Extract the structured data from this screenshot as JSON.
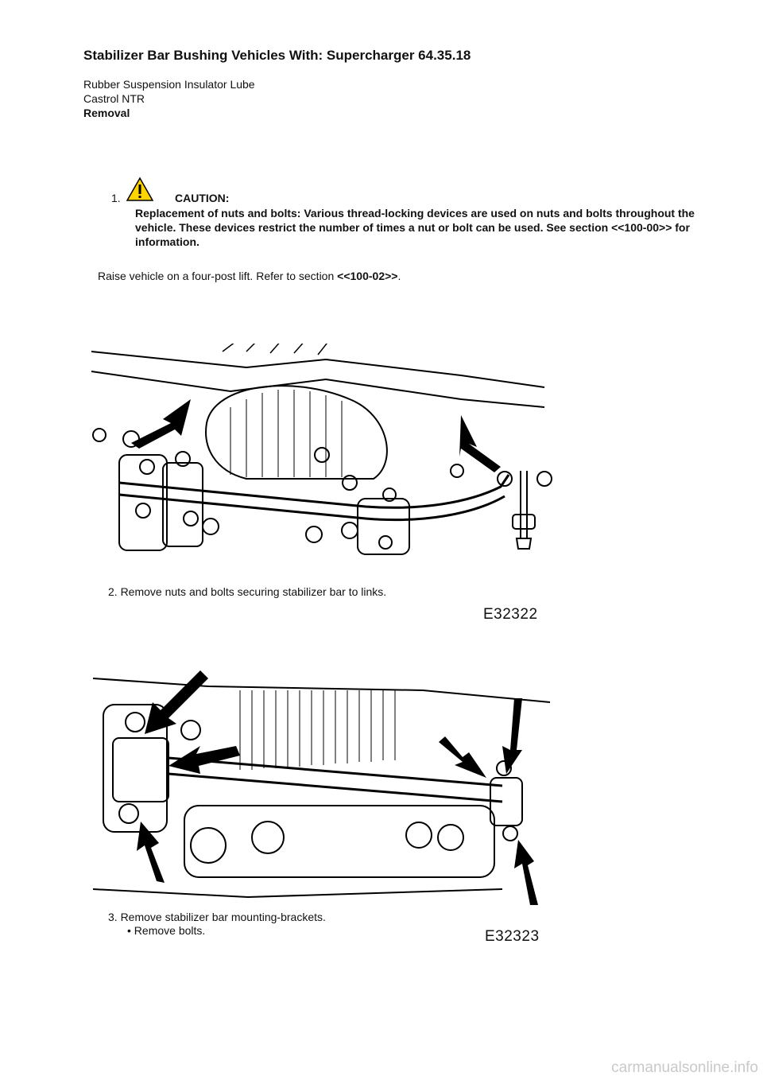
{
  "page": {
    "title": "Stabilizer Bar Bushing Vehicles With: Supercharger 64.35.18",
    "materials": [
      "Rubber Suspension Insulator Lube",
      "Castrol NTR"
    ],
    "section_heading": "Removal"
  },
  "caution": {
    "number": "1.",
    "icon": "warning-triangle-icon",
    "heading": "CAUTION:",
    "text": "Replacement of nuts and bolts: Various thread-locking devices are used on nuts and bolts throughout the vehicle. These devices restrict the number of times a nut or bolt can be used. See section <<100-00>> for information."
  },
  "steps": [
    {
      "prefix": "Raise vehicle on a four-post lift. Refer to section ",
      "ref": "<<100-02>>",
      "suffix": "."
    },
    {
      "text": "2. Remove nuts and bolts securing stabilizer bar to links."
    },
    {
      "text": "3. Remove stabilizer bar mounting-brackets.",
      "bullets": [
        "Remove bolts."
      ]
    }
  ],
  "figures": [
    {
      "code": "E32322"
    },
    {
      "code": "E32323"
    }
  ],
  "watermark": "carmanualsonline.info",
  "colors": {
    "text": "#111111",
    "warning_fill": "#ffd400",
    "watermark": "#c9c9c9"
  }
}
